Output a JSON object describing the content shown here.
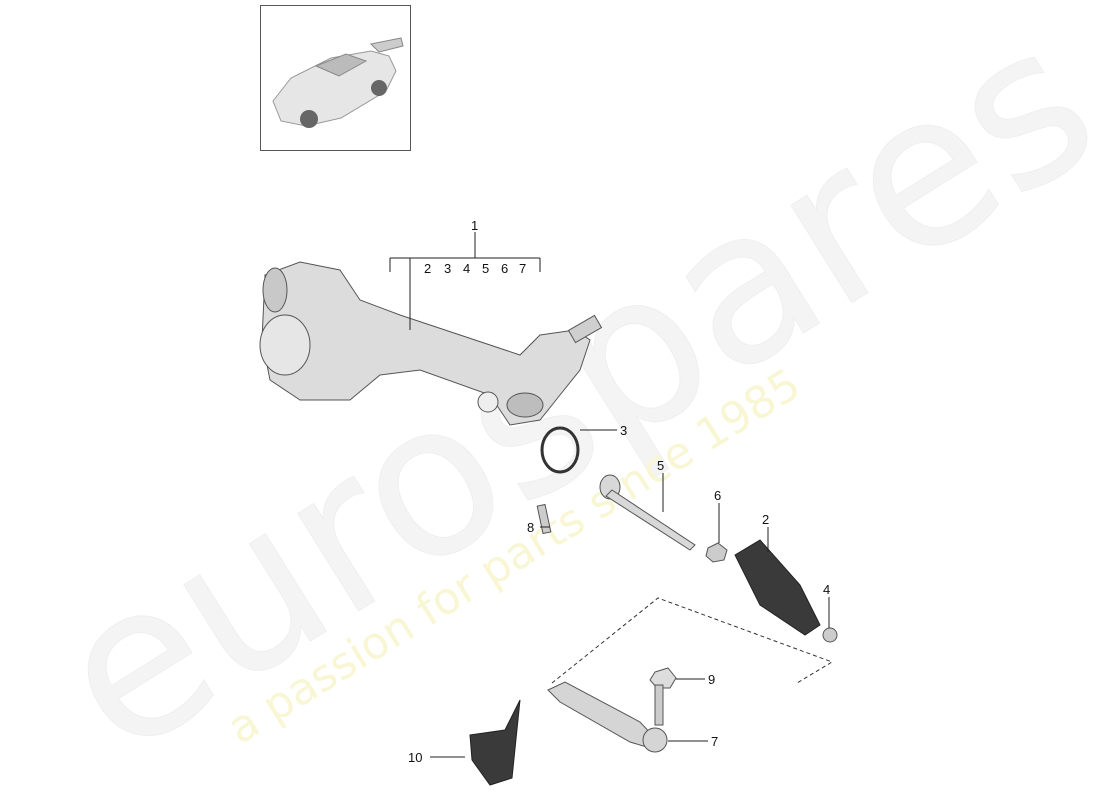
{
  "watermark": {
    "brand": "eurospares",
    "tagline": "a passion for parts since 1985"
  },
  "thumbnail": {
    "name": "vehicle-thumbnail"
  },
  "group_label": {
    "number": "1",
    "includes": [
      "2",
      "3",
      "4",
      "5",
      "6",
      "7"
    ]
  },
  "callouts": {
    "c2": "2",
    "c3": "3",
    "c4": "4",
    "c5": "5",
    "c6": "6",
    "c7": "7",
    "c8": "8",
    "c9": "9",
    "c10": "10"
  },
  "colors": {
    "line": "#222222",
    "part": "#d9d9d9",
    "watermark_tagline": "#f3efb0"
  }
}
